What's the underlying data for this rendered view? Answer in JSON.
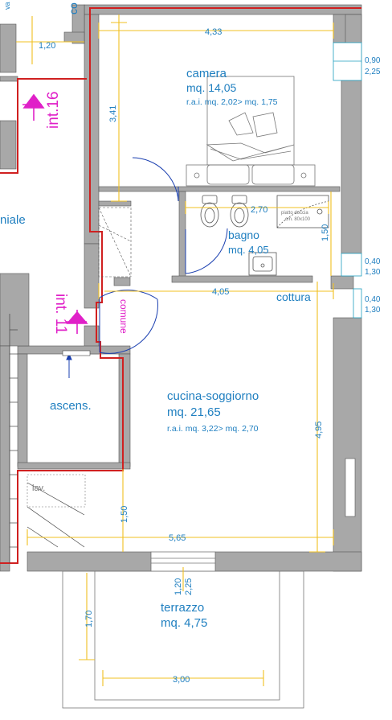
{
  "rooms": {
    "camera": {
      "name": "camera",
      "area": "mq. 14,05",
      "rai": "r.a.i. mq. 2,02> mq. 1,75"
    },
    "bagno": {
      "name": "bagno",
      "area": "mq. 4,05"
    },
    "cucina": {
      "name": "cucina-soggiorno",
      "area": "mq. 21,65",
      "rai": "r.a.i. mq. 3,22> mq. 2,70"
    },
    "terrazzo": {
      "name": "terrazzo",
      "area": "mq. 4,75"
    },
    "ascens": {
      "name": "ascens."
    },
    "cottura": {
      "name": "cottura"
    },
    "lav": {
      "name": "lav."
    },
    "comune": {
      "name": "comune"
    },
    "niale": {
      "name": "niale"
    },
    "shower": {
      "line1": "piatto doccia",
      "line2": "cm. 80x100"
    }
  },
  "units": {
    "int16": "int.16",
    "int11": "int. 11"
  },
  "dimensions": {
    "d120_top": "1,20",
    "d433": "4,33",
    "d341": "3,41",
    "d270": "2,70",
    "d150_bagno": "1,50",
    "d405": "4,05",
    "d495": "4,95",
    "d150_low": "1,50",
    "d565": "5,65",
    "d120_terr": "1,20",
    "d225_terr": "2,25",
    "d170": "1,70",
    "d300": "3,00"
  },
  "windows": {
    "w1_top": "0,90",
    "w1_bot": "2,25",
    "w2_top": "0,40",
    "w2_bot": "1,30",
    "w3_top": "0,40",
    "w3_bot": "1,30"
  },
  "edge": {
    "top_left_fragment": "va",
    "top_right_fragment": "co"
  },
  "colors": {
    "walls": "#a8a8a8",
    "dimension_lines": "#f0c020",
    "labels": "#1f7fc0",
    "unit_markers": "#e020c8",
    "boundary": "#d02020"
  }
}
